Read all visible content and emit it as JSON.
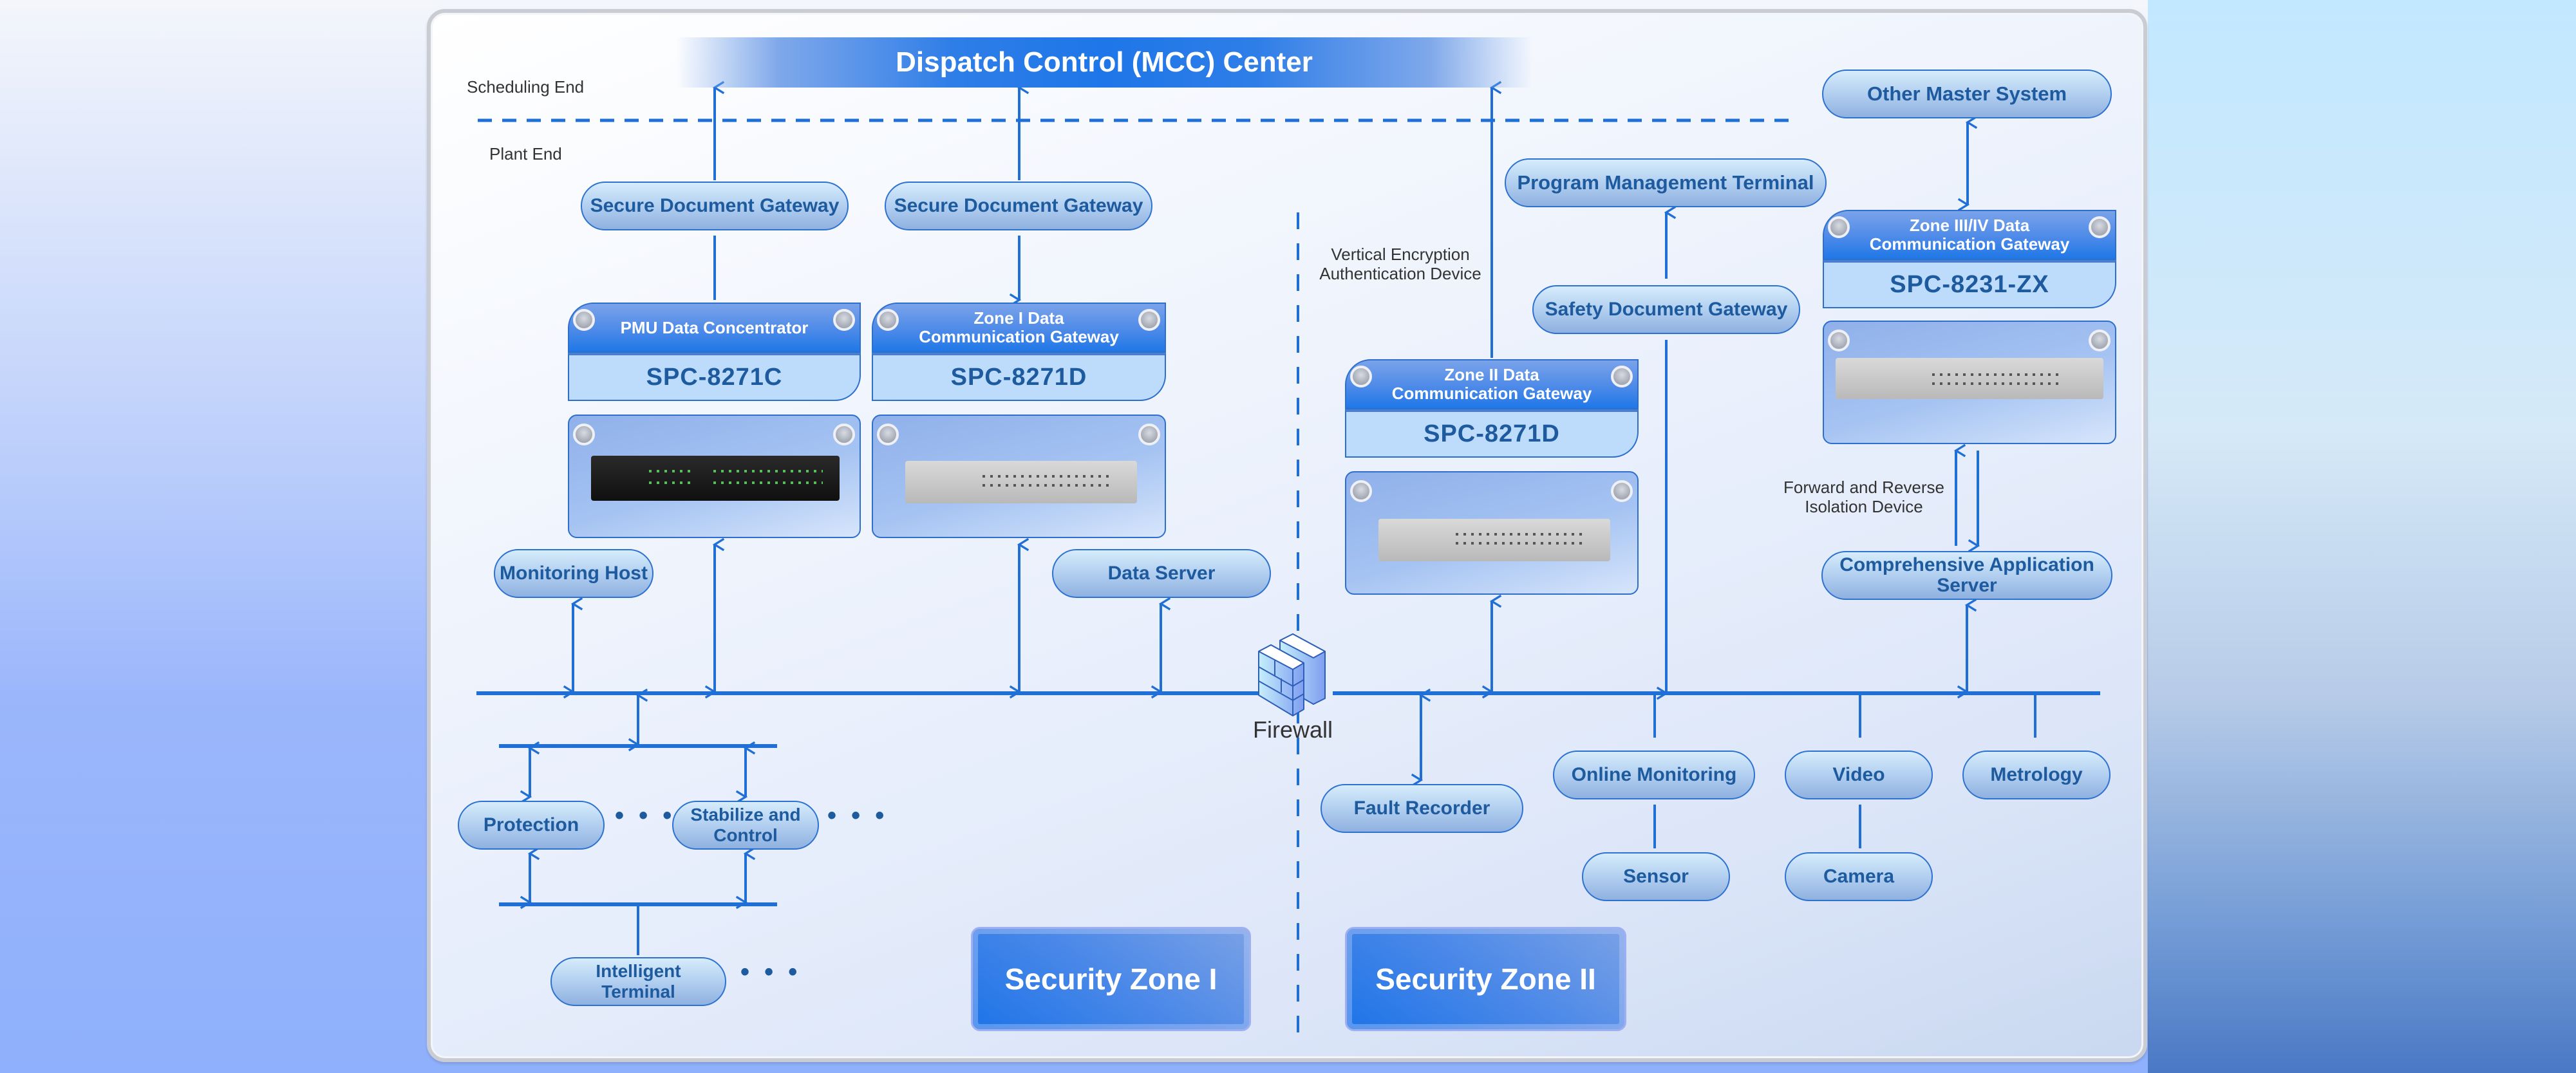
{
  "diagram": {
    "title": "Dispatch Control (MCC) Center",
    "labels": {
      "scheduling_end": "Scheduling End",
      "plant_end": "Plant End",
      "vertical_encryption": "Vertical Encryption\nAuthentication Device",
      "isolation_device": "Forward and Reverse\nIsolation Device",
      "firewall": "Firewall"
    },
    "gateways": {
      "secure_doc_1": "Secure Document Gateway",
      "secure_doc_2": "Secure Document Gateway",
      "safety_doc": "Safety Document Gateway",
      "program_mgmt": "Program Management Terminal",
      "other_master": "Other Master System"
    },
    "devices": [
      {
        "title": "PMU Data Concentrator",
        "model": "SPC-8271C",
        "finish": "dark"
      },
      {
        "title": "Zone I Data\nCommunication Gateway",
        "model": "SPC-8271D",
        "finish": "silver"
      },
      {
        "title": "Zone II Data\nCommunication Gateway",
        "model": "SPC-8271D",
        "finish": "silver"
      },
      {
        "title": "Zone III/IV Data\nCommunication Gateway",
        "model": "SPC-8231-ZX",
        "finish": "silver"
      }
    ],
    "zone1_nodes": {
      "monitoring_host": "Monitoring Host",
      "data_server": "Data Server",
      "protection": "Protection",
      "stabilize": "Stabilize and\nControl",
      "intelligent_terminal": "Intelligent\nTerminal",
      "ellipsis": "• • •"
    },
    "zone2_nodes": {
      "fault_recorder": "Fault Recorder",
      "online_monitoring": "Online Monitoring",
      "video": "Video",
      "metrology": "Metrology",
      "sensor": "Sensor",
      "camera": "Camera",
      "comprehensive_server": "Comprehensive Application\nServer"
    },
    "zones": {
      "zone1": "Security Zone I",
      "zone2": "Security Zone II"
    },
    "colors": {
      "line": "#1f6fd6",
      "pill_text": "#1d5a9e",
      "zone_fill": "#1e74e8"
    }
  }
}
